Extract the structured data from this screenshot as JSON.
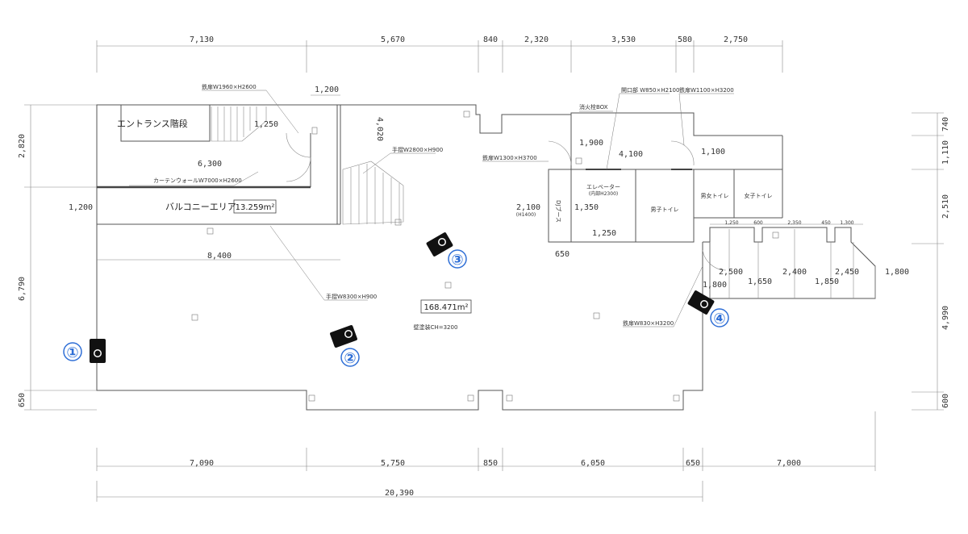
{
  "dims": {
    "top": [
      "7,130",
      "5,670",
      "840",
      "2,320",
      "3,530",
      "580",
      "2,750"
    ],
    "bottom": [
      "7,090",
      "5,750",
      "850",
      "6,050",
      "650",
      "7,000"
    ],
    "total": "20,390",
    "left": [
      "2,820",
      "6,790",
      "650"
    ],
    "right": [
      "740",
      "1,110",
      "2,510",
      "4,990",
      "600"
    ]
  },
  "rooms": {
    "entrance_stairs": "エントランス階段",
    "balcony": "バルコニーエリア",
    "balcony_area": "13.259m²",
    "main_area": "168.471m²",
    "wall_height": "壁塗装CH=3200",
    "elevator": "エレベーター",
    "elevator_sub": "(内部H2300)",
    "dj_booth": "DJブース",
    "mens_toilet": "男子トイレ",
    "unisex_toilet": "男女トイレ",
    "womens_toilet": "女子トイレ"
  },
  "notes": {
    "door1": "鉄扉W1960×H2600",
    "curtain_wall": "カーテンウォールW7000×H2600",
    "rail1": "手摺W2800×H900",
    "rail2": "手摺W8300×H900",
    "door2": "鉄扉W1300×H3700",
    "hydrant": "消火栓BOX",
    "opening": "開口部 W850×H2100",
    "door3": "鉄扉W1100×H3200",
    "door4": "鉄扉W830×H3200",
    "dj_h": "(H1400)"
  },
  "inner_dims": {
    "d1200a": "1,200",
    "d1250a": "1,250",
    "d4020": "4,020",
    "d6300": "6,300",
    "d1200b": "1,200",
    "d8400": "8,400",
    "d1900": "1,900",
    "d4100": "4,100",
    "d1100": "1,100",
    "d2100": "2,100",
    "d1350": "1,350",
    "d1250b": "1,250",
    "d650": "650",
    "s1250": "1,250",
    "s600": "600",
    "s2350": "2,350",
    "s450": "450",
    "s1300": "1,300",
    "d2500": "2,500",
    "d1650": "1,650",
    "d2400": "2,400",
    "d1850": "1,850",
    "d2450": "2,450",
    "d1800a": "1,800",
    "d1800b": "1,800"
  },
  "cameras": [
    "①",
    "②",
    "③",
    "④"
  ]
}
